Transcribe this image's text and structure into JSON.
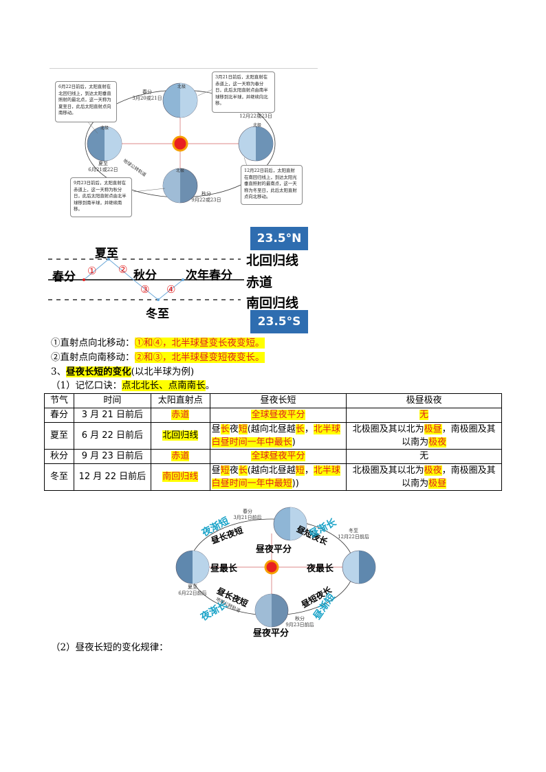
{
  "diagram1": {
    "spring_label": "春分",
    "spring_date": "3月20或21日",
    "winter_label": "冬至",
    "winter_date": "12月22或23日",
    "summer_label": "夏至",
    "summer_date": "6月21或22日",
    "autumn_label": "秋分",
    "autumn_date": "9月22或23日",
    "north_pole_left": "北极",
    "north_pole_top": "北极",
    "north_pole_right": "北极",
    "north_pole_bottom": "北极",
    "orbit_label": "地球公转轨道",
    "note_summer": "6月22日前后，太阳直射在北回归线上，到达太阳垂直照射的最北点，这一天称为夏至日，此后太阳直射点向南移动。",
    "note_spring": "3月21日前后，太阳直射在赤道上，这一天称为春分日，此后太阳直射点由南半球移到北半球，并继续向北移。",
    "note_winter": "12月22日前后，太阳直射在南回归线上，到达太阳光垂直照射的最南点，这一天称为冬至日，此后太阳直射点向北移动。",
    "note_autumn": "9月23日前后，太阳直射在赤道上，这一天称为秋分日，此后太阳直射点由北半球移到南半球，并继续南移。"
  },
  "diagram2": {
    "tag_north": "23.5°N",
    "tag_south": "23.5°S",
    "tropic_cancer": "北回归线",
    "equator": "赤道",
    "tropic_capricorn": "南回归线",
    "summer": "夏至",
    "spring": "春分",
    "autumn": "秋分",
    "next_spring": "次年春分",
    "winter": "冬至",
    "n1": "①",
    "n2": "②",
    "n3": "③",
    "n4": "④"
  },
  "text": {
    "line1_a": "①直射点向北移动：",
    "line1_b": "①和④，北半球昼变长夜变短。",
    "line2_a": "②直射点向南移动：",
    "line2_b": "②和③，北半球昼变短夜变长。",
    "line3_a": "3、",
    "line3_b": "昼夜长短的变化",
    "line3_c": "(以北半球为例)",
    "line4_a": "（1）记忆口诀：",
    "line4_b": "点北北长、点南南长",
    "line4_c": "。",
    "rule_heading": "（2）昼夜长短的变化规律："
  },
  "table": {
    "headers": [
      "节气",
      "时间",
      "太阳直射点",
      "昼夜长短",
      "极昼极夜"
    ],
    "rows": [
      {
        "term": "春分",
        "time": "3 月 21 日前后",
        "point": "赤道",
        "daynight": "全球昼夜平分",
        "polar": "无"
      },
      {
        "term": "夏至",
        "time": "6 月 22 日前后",
        "point": "北回归线",
        "dn_a": "昼",
        "dn_b": "长",
        "dn_c": "夜",
        "dn_d": "短",
        "dn_e": "(越向北昼越",
        "dn_f": "长",
        "dn_g": "，",
        "dn_h": "北半球白昼时间一年中最长",
        "dn_i": ")",
        "po_a": "北极圈及其以北为",
        "po_b": "极昼",
        "po_c": "，南极圈及其以南为",
        "po_d": "极夜"
      },
      {
        "term": "秋分",
        "time": "9 月 23 日前后",
        "point": "赤道",
        "daynight": "全球昼夜平分",
        "polar": "无"
      },
      {
        "term": "冬至",
        "time": "12 月 22 日前后",
        "point": "南回归线",
        "dn_a": "昼",
        "dn_b": "短",
        "dn_c": "夜",
        "dn_d": "长",
        "dn_e": "(越向北昼越",
        "dn_f": "短",
        "dn_g": "，",
        "dn_h": "北半球白昼时间一年中最短",
        "dn_i": "))",
        "po_a": "北极圈及其以北为",
        "po_b": "极夜",
        "po_c": "，南极圈及其以南为",
        "po_d": "极昼"
      }
    ]
  },
  "diagram3": {
    "spring": "春分",
    "spring_date": "3月21日前后",
    "winter": "冬至",
    "winter_date": "12月22日前后",
    "summer": "夏至",
    "summer_date": "6月22日前后",
    "autumn": "秋分",
    "autumn_date": "9月23日前后",
    "equal_top": "昼夜平分",
    "equal_bottom": "昼夜平分",
    "day_longest": "昼最长",
    "night_longest": "夜最长",
    "long_day_short_night_top": "昼长夜短",
    "short_day_long_night_top": "昼短夜长",
    "long_day_short_night_bottom": "昼长夜短",
    "short_day_long_night_bottom": "昼短夜长",
    "night_growing_top": "夜渐短",
    "day_growing_top": "昼渐长",
    "night_growing_bottom": "夜渐长",
    "day_growing_bottom": "昼渐短",
    "orbit_label": "地球公转轨道"
  },
  "colors": {
    "highlight": "#ffff00",
    "red_text": "#e02020",
    "tag_blue": "#2e6db0",
    "cyan_text": "#1aa3c8",
    "sun": "#e82020"
  }
}
